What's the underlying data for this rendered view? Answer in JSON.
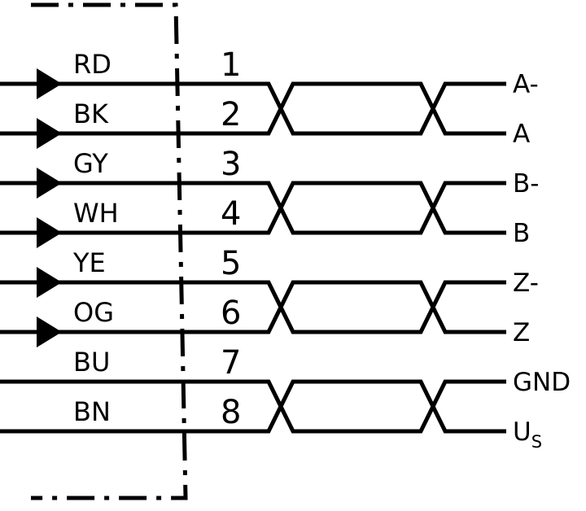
{
  "diagram": {
    "line_color": "#000000",
    "background": "#ffffff",
    "wires": [
      {
        "color": "RD",
        "pin": "1",
        "signal": "A-",
        "arrow": true
      },
      {
        "color": "BK",
        "pin": "2",
        "signal": "A",
        "arrow": true
      },
      {
        "color": "GY",
        "pin": "3",
        "signal": "B-",
        "arrow": true
      },
      {
        "color": "WH",
        "pin": "4",
        "signal": "B",
        "arrow": true
      },
      {
        "color": "YE",
        "pin": "5",
        "signal": "Z-",
        "arrow": true
      },
      {
        "color": "OG",
        "pin": "6",
        "signal": "Z",
        "arrow": true
      },
      {
        "color": "BU",
        "pin": "7",
        "signal": "GND",
        "arrow": false
      },
      {
        "color": "BN",
        "pin": "8",
        "signal": "U",
        "signal_sub": "S",
        "arrow": false
      }
    ]
  }
}
